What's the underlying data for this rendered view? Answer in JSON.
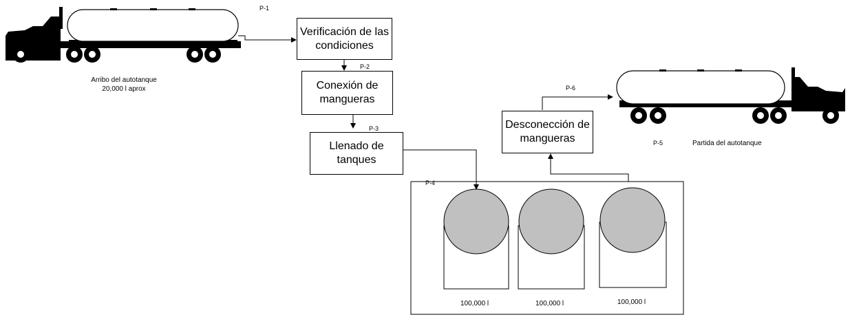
{
  "steps": [
    {
      "id": "P-1",
      "label": "Verificación de las condiciones"
    },
    {
      "id": "P-2",
      "label": "Conexión de mangueras"
    },
    {
      "id": "P-3",
      "label": "Llenado de tanques"
    },
    {
      "id": "P-4",
      "label": ""
    },
    {
      "id": "P-5",
      "label": "Partida del autotanque"
    },
    {
      "id": "P-6",
      "label": "Desconección de mangueras"
    }
  ],
  "arrival": {
    "line1": "Arribo del autotanque",
    "line2": "20,000 l aprox"
  },
  "tanks": [
    {
      "capacity": "100,000 l"
    },
    {
      "capacity": "100,000 l"
    },
    {
      "capacity": "100,000 l"
    }
  ],
  "icons": {
    "truck": "tanker-truck-icon",
    "tank": "storage-tank-icon"
  },
  "colors": {
    "vehicle": "#000000",
    "tank_fill": "#c0c0c0",
    "stroke": "#000000"
  }
}
